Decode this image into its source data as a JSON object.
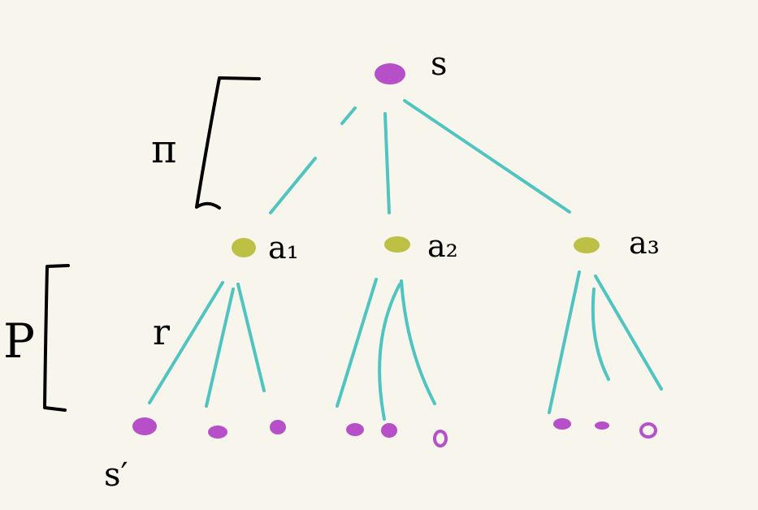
{
  "labels": {
    "root_state": "s",
    "policy_symbol": "π",
    "action_1": "a₁",
    "action_2": "a₂",
    "action_3": "a₃",
    "reward_symbol": "r",
    "transition_symbol": "P",
    "next_state": "s′"
  },
  "colors": {
    "background": "#f8f6ec",
    "state_node": "#b64fc8",
    "action_node": "#bcc044",
    "edge": "#4fc4c0",
    "ink": "#000000"
  }
}
